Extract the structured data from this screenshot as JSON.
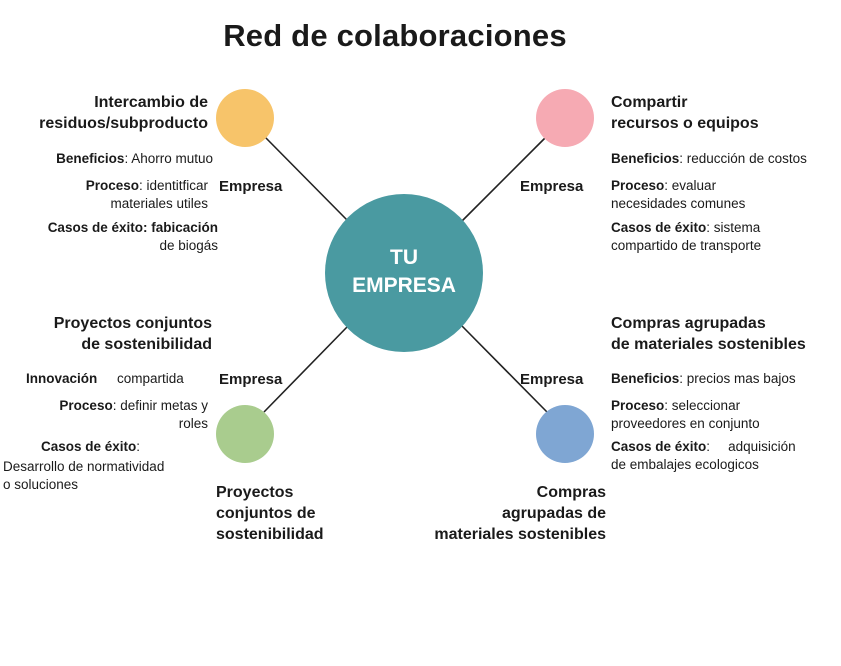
{
  "title": "Red de colaboraciones",
  "center": {
    "line1": "TU",
    "line2": "EMPRESA",
    "color": "#4a9aa1"
  },
  "node_colors": {
    "top_left": "#f7c46a",
    "top_right": "#f6aab3",
    "bottom_left": "#a9cc8e",
    "bottom_right": "#7fa6d3"
  },
  "edge_label": "Empresa",
  "top_left": {
    "heading": [
      "Intercambio de",
      "residuos/subproducto"
    ],
    "benefits_label": "Beneficios",
    "benefits_value": ": Ahorro mutuo",
    "process_label": "Proceso",
    "process_value": ": identitficar",
    "process_value2": "materiales utiles",
    "cases_label": "Casos de éxito",
    "cases_value": ": fabicación",
    "cases_value2": "de biogás"
  },
  "top_right": {
    "heading": [
      "Compartir",
      "recursos o equipos"
    ],
    "benefits_label": "Beneficios",
    "benefits_value": ": reducción de costos",
    "process_label": "Proceso",
    "process_value": ": evaluar",
    "process_value2": "necesidades comunes",
    "cases_label": "Casos de éxito",
    "cases_value": ": sistema",
    "cases_value2": "compartido de transporte"
  },
  "bottom_left": {
    "heading": [
      "Proyectos conjuntos",
      "de sostenibilidad"
    ],
    "innovation_label": "Innovación",
    "innovation_value": "compartida",
    "process_label": "Proceso",
    "process_value": ": definir metas y",
    "process_value2": "roles",
    "cases_label": "Casos de éxito",
    "cases_value": ":",
    "cases_value2": "Desarrollo de normatividad",
    "cases_value3": "o soluciones",
    "node_label": [
      "Proyectos",
      "conjuntos de",
      "sostenibilidad"
    ]
  },
  "bottom_right": {
    "heading_line1": "Compras agrupadas",
    "heading_line2a": "de materiales",
    "heading_line2b": "sostenibles",
    "benefits_label": "Beneficios",
    "benefits_value": ": precios mas bajos",
    "process_label": "Proceso",
    "process_value": ": seleccionar",
    "process_value2": "proveedores en conjunto",
    "cases_label": "Casos de éxito",
    "cases_value": ":",
    "cases_value_extra": "adquisición",
    "cases_value2": "de embalajes ecologicos",
    "node_label": [
      "Compras",
      "agrupadas de",
      "materiales sostenibles"
    ]
  }
}
